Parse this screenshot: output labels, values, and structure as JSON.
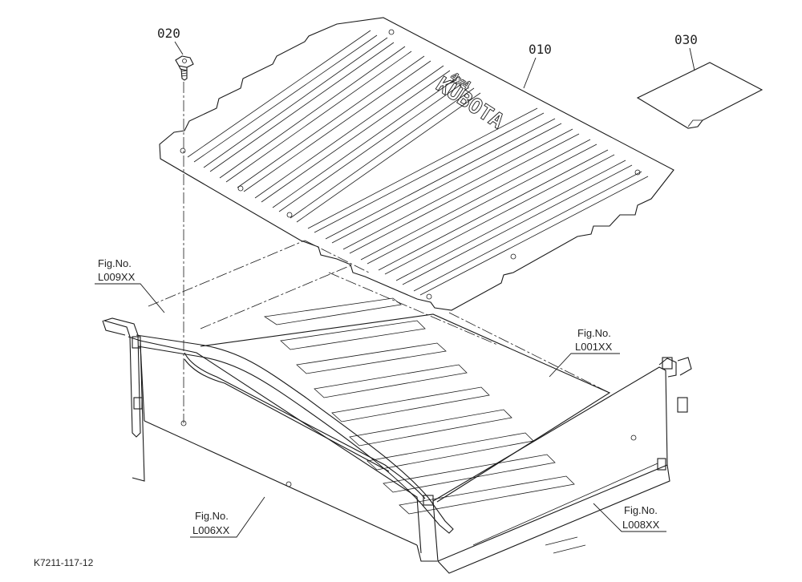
{
  "parts": [
    {
      "number": "010"
    },
    {
      "number": "020"
    },
    {
      "number": "030"
    }
  ],
  "figure_refs": [
    {
      "line1": "Fig.No.",
      "line2": "L009XX"
    },
    {
      "line1": "Fig.No.",
      "line2": "L001XX"
    },
    {
      "line1": "Fig.No.",
      "line2": "L006XX"
    },
    {
      "line1": "Fig.No.",
      "line2": "L008XX"
    }
  ],
  "mat_logo": "KUBOTA",
  "mat_logo_sub": "4x4",
  "drawing_code": "K7211-117-12"
}
